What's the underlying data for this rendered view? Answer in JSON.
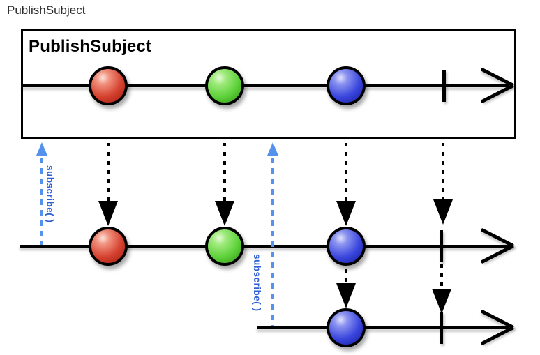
{
  "page": {
    "title": "PublishSubject"
  },
  "box": {
    "title": "PublishSubject"
  },
  "subscribe": {
    "label1": "subscribe( )",
    "label2": "subscribe( )"
  },
  "colors": {
    "marble_red": "#d5402e",
    "marble_green": "#5ed23a",
    "marble_blue": "#3a46dd",
    "line_black": "#000000",
    "subscribe_arrow": "#5592ee",
    "subscribe_text": "#2e5fd4"
  },
  "diagram": {
    "type": "marble-diagram",
    "source": {
      "name": "PublishSubject",
      "events": [
        "red",
        "green",
        "blue",
        "complete"
      ]
    },
    "subscribers": [
      {
        "subscribes": "before first emission",
        "events_received": [
          "red",
          "green",
          "blue",
          "complete"
        ]
      },
      {
        "subscribes": "after green emission",
        "events_received": [
          "blue",
          "complete"
        ]
      }
    ]
  }
}
